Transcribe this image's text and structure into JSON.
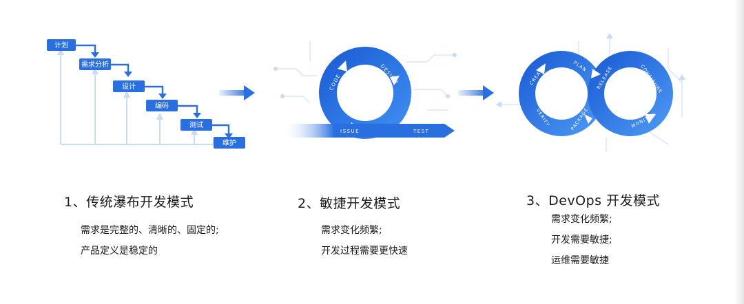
{
  "colors": {
    "accent": "#2a6fe0",
    "accent_light": "#7fb0f2",
    "line_light": "#c9dcf4"
  },
  "waterfall": {
    "stages": [
      "计划",
      "需求分析",
      "设计",
      "编码",
      "测试",
      "维护"
    ]
  },
  "agile": {
    "ring_labels": [
      "CODE",
      "DESIGN"
    ],
    "bar_labels": [
      "ISSUE",
      "TEST"
    ]
  },
  "devops": {
    "left_labels": [
      "CREATE",
      "PLAN",
      "VERIFY",
      "PACKAGE"
    ],
    "right_labels": [
      "RELEASE",
      "CONFIGURE",
      "MONITOR"
    ]
  },
  "sections": [
    {
      "title": "1、传统瀑布开发模式",
      "lines": [
        "需求是完整的、清晰的、固定的;",
        "产品定义是稳定的"
      ]
    },
    {
      "title": "2、敏捷开发模式",
      "lines": [
        "需求变化频繁;",
        "开发过程需要更快速"
      ]
    },
    {
      "title": "3、DevOps  开发模式",
      "lines": [
        "需求变化频繁;",
        "开发需要敏捷;",
        "运维需要敏捷"
      ]
    }
  ]
}
